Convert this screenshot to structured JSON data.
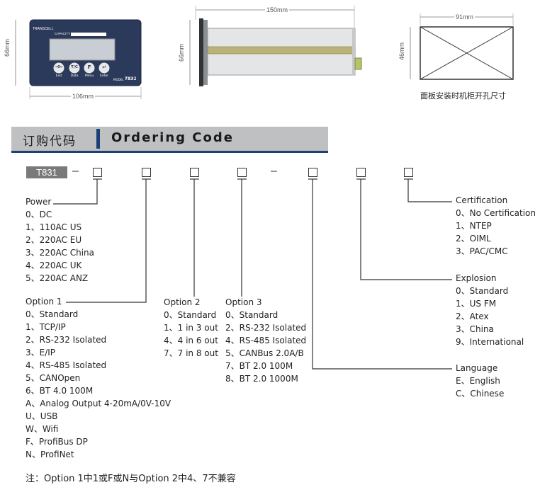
{
  "drawing": {
    "front_width": "106mm",
    "front_height": "66mm",
    "brand": "TRANSCELL",
    "capacity_label": "CAPACITY",
    "keys": [
      {
        "symbol": "→0←",
        "label": "Exit"
      },
      {
        "symbol": "T/C",
        "label": "Data"
      },
      {
        "symbol": "F",
        "label": "Menu"
      },
      {
        "symbol": "↵",
        "label": "Enter"
      }
    ],
    "model_prefix": "MODEL",
    "model": "T831",
    "side_width": "150mm",
    "side_height": "66mm",
    "cutout_width": "91mm",
    "cutout_height": "46mm",
    "cutout_caption": "面板安装时机柜开孔尺寸"
  },
  "header": {
    "cn_title": "订购代码",
    "en_title": "Ordering Code"
  },
  "code": {
    "model": "T831",
    "separator": "–"
  },
  "power": {
    "title": "Power",
    "items": [
      "0、DC",
      "1、110AC US",
      "2、220AC EU",
      "3、220AC China",
      "4、220AC UK",
      "5、220AC ANZ"
    ]
  },
  "option1": {
    "title": "Option 1",
    "items": [
      "0、Standard",
      "1、TCP/IP",
      "2、RS-232 Isolated",
      "3、E/IP",
      "4、RS-485 Isolated",
      "5、CANOpen",
      "6、BT 4.0 100M",
      "A、Analog Output 4-20mA/0V-10V",
      "U、USB",
      "W、Wifi",
      "F、ProfiBus DP",
      "N、ProfiNet"
    ]
  },
  "option2": {
    "title": "Option 2",
    "items": [
      "0、Standard",
      "1、1 in 3 out",
      "4、4 in 6 out",
      "7、7 in 8 out"
    ]
  },
  "option3": {
    "title": "Option 3",
    "items": [
      "0、Standard",
      "2、RS-232 Isolated",
      "4、RS-485 Isolated",
      "5、CANBus 2.0A/B",
      "7、BT 2.0 100M",
      "8、BT 2.0 1000M"
    ]
  },
  "certification": {
    "title": "Certification",
    "items": [
      "0、No Certification",
      "1、NTEP",
      "2、OIML",
      "3、PAC/CMC"
    ]
  },
  "explosion": {
    "title": "Explosion",
    "items": [
      "0、Standard",
      "1、US FM",
      "2、Atex",
      "3、China",
      "9、International"
    ]
  },
  "language": {
    "title": "Language",
    "items": [
      "E、English",
      "C、Chinese"
    ]
  },
  "note": "注：Option 1中1或F或N与Option 2中4、7不兼容"
}
